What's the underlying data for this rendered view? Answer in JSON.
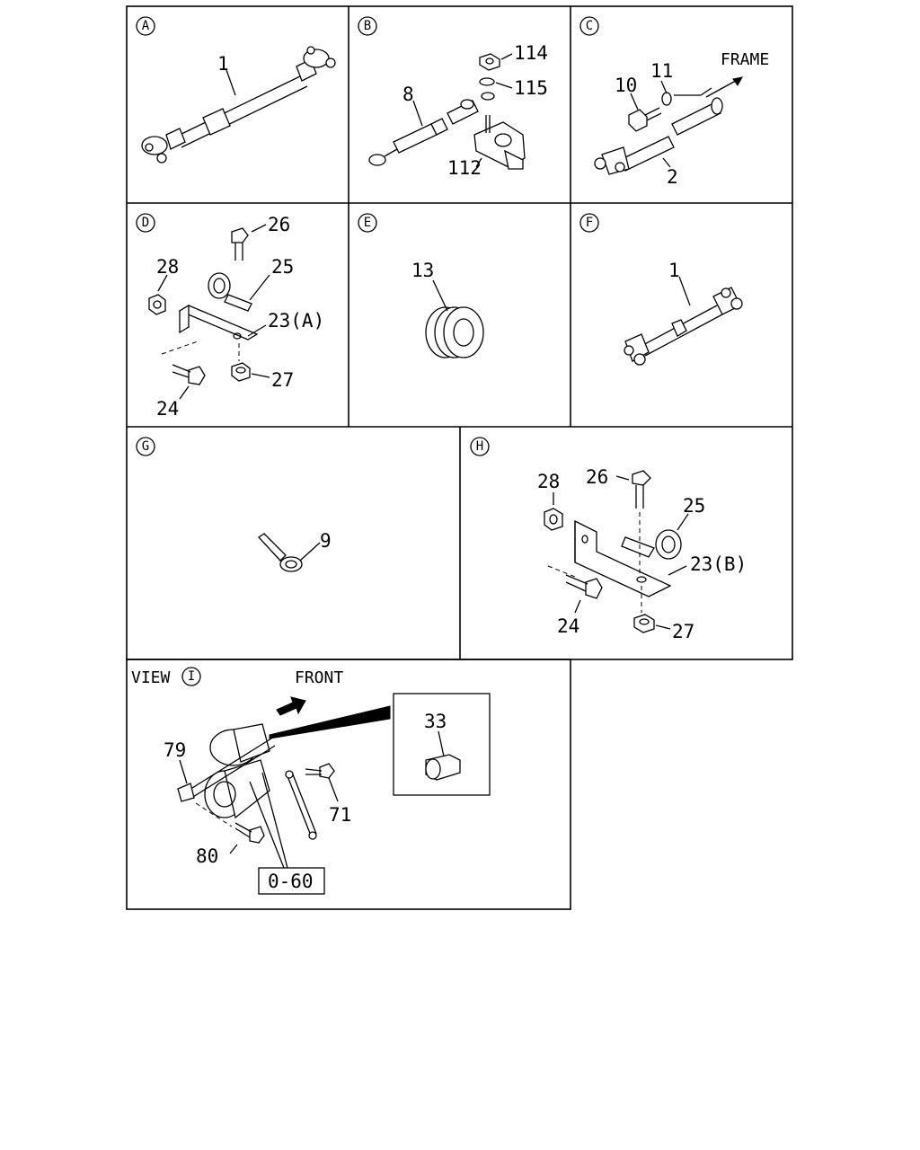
{
  "panels": {
    "A": {
      "letter": "A",
      "callouts": {
        "c1": "1"
      }
    },
    "B": {
      "letter": "B",
      "callouts": {
        "c8": "8",
        "c114": "114",
        "c115": "115",
        "c112": "112"
      }
    },
    "C": {
      "letter": "C",
      "callouts": {
        "c10": "10",
        "c11": "11",
        "c2": "2"
      },
      "frame_label": "FRAME"
    },
    "D": {
      "letter": "D",
      "callouts": {
        "c26": "26",
        "c28": "28",
        "c25": "25",
        "c23": "23(A)",
        "c27": "27",
        "c24": "24"
      }
    },
    "E": {
      "letter": "E",
      "callouts": {
        "c13": "13"
      }
    },
    "F": {
      "letter": "F",
      "callouts": {
        "c1": "1"
      }
    },
    "G": {
      "letter": "G",
      "callouts": {
        "c9": "9"
      }
    },
    "H": {
      "letter": "H",
      "callouts": {
        "c28": "28",
        "c26": "26",
        "c25": "25",
        "c23": "23(B)",
        "c24": "24",
        "c27": "27"
      }
    },
    "I": {
      "view_label": "VIEW",
      "letter": "I",
      "front_label": "FRONT",
      "callouts": {
        "c33": "33",
        "c79": "79",
        "c71": "71",
        "c80": "80"
      },
      "ref_box": "0-60"
    }
  }
}
